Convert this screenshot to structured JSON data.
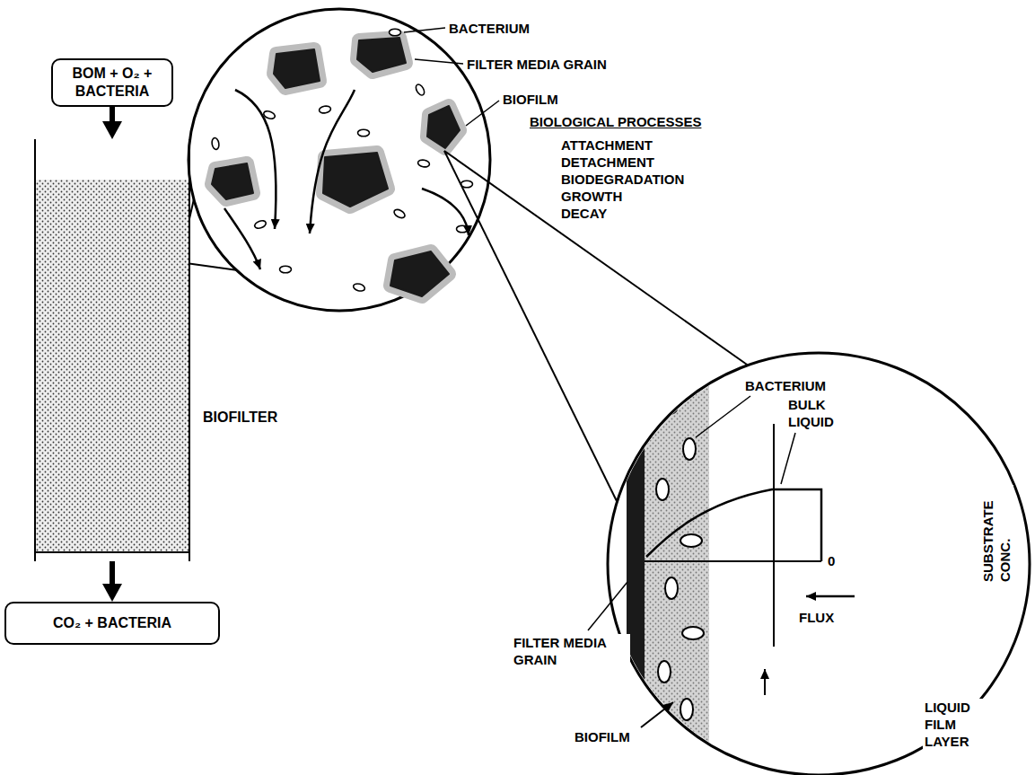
{
  "diagram": {
    "nodes": [
      {
        "text": [
          "BOM + O₂ + BACTERIA"
        ]
      },
      {
        "text": [
          "BIOFILTER"
        ]
      },
      {
        "text": [
          "CO₂ + BACTERIA"
        ]
      }
    ],
    "edges": [
      {
        "from": 0,
        "to": 1,
        "arrow": "to"
      },
      {
        "from": 1,
        "to": 2,
        "arrow": "to"
      }
    ],
    "labels": [
      "BACTERIUM",
      "FILTER MEDIA GRAIN",
      "BIOFILM",
      "BIOLOGICAL PROCESSES",
      "ATTACHMENT",
      "DETACHMENT",
      "BIODEGRADATION",
      "GROWTH",
      "DECAY",
      "BACTERIUM",
      "BULK LIQUID",
      "SUBSTRATE CONC.",
      "0",
      "FLUX",
      "FILTER MEDIA GRAIN",
      "BIOFILM",
      "LIQUID FILM LAYER"
    ]
  }
}
